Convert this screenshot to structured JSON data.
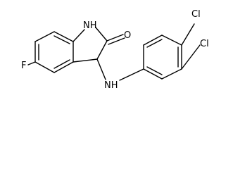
{
  "molecule": {
    "atoms": {
      "nh_ring": "NH",
      "oxygen": "O",
      "fluorine": "F",
      "nh_amine": "NH",
      "chlorine_meta": "Cl",
      "chlorine_para": "Cl"
    }
  },
  "colors": {
    "bond": "#000000",
    "text": "#000000",
    "background": "#ffffff"
  }
}
